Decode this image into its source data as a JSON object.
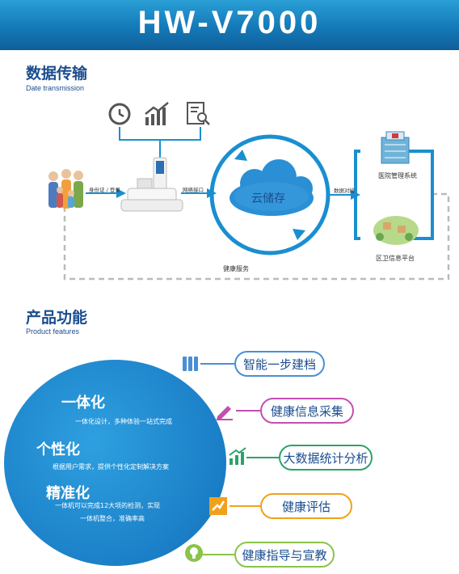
{
  "header": {
    "title": "HW-V7000"
  },
  "section1": {
    "title": "数据传输",
    "subtitle": "Date transmission"
  },
  "diagram": {
    "label_id_login": "身份证 / 登录",
    "label_network": "网络接口",
    "cloud": "云储存",
    "label_data_link": "数据对接",
    "hospital": "医院管理系统",
    "district": "区卫信息平台",
    "health_service": "健康服务"
  },
  "section2": {
    "title": "产品功能",
    "subtitle": "Product features"
  },
  "circle": {
    "h1": "一体化",
    "s1": "一体化设计，多种体验一站式完成",
    "h2": "个性化",
    "s2": "根据用户需求，提供个性化定制解决方案",
    "h3": "精准化",
    "s3a": "一体机可以完成12大项的检测，实现",
    "s3b": "一体机整合，准确率高"
  },
  "features": [
    {
      "label": "智能一步建档",
      "color": "#4a8fd4",
      "icon": "document-stack-icon"
    },
    {
      "label": "健康信息采集",
      "color": "#c24fb0",
      "icon": "pen-icon"
    },
    {
      "label": "大数据统计分析",
      "color": "#2ba36a",
      "icon": "chart-icon"
    },
    {
      "label": "健康评估",
      "color": "#f0a11b",
      "icon": "evaluation-icon"
    },
    {
      "label": "健康指导与宣教",
      "color": "#8bc34a",
      "icon": "lightbulb-icon"
    }
  ]
}
